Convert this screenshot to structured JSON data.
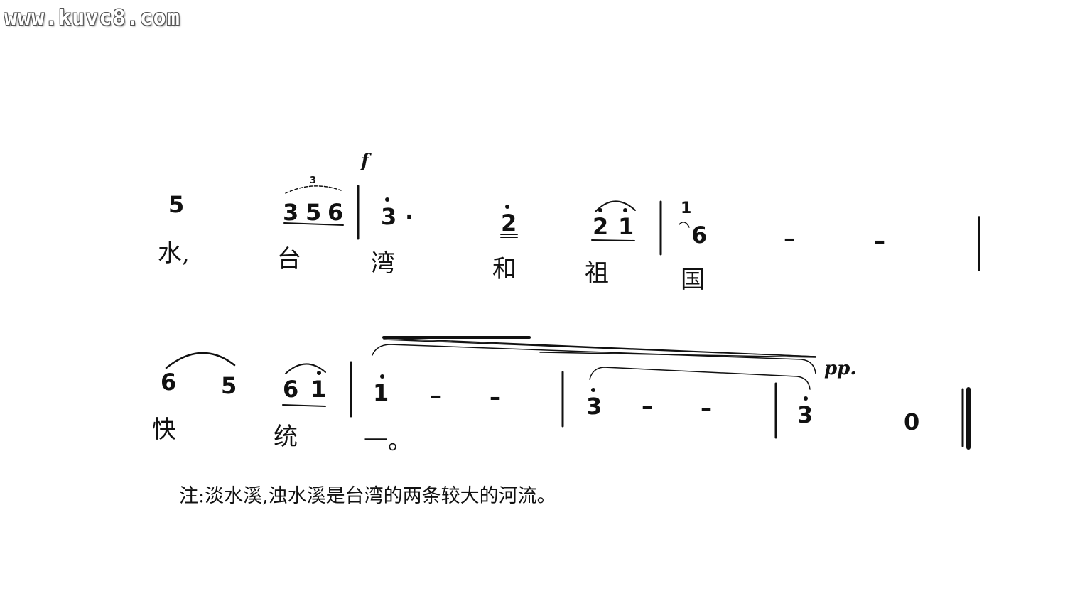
{
  "watermark": "www.kuvc8.com",
  "row1": {
    "notes": [
      "5",
      "3",
      "5",
      "6",
      "3",
      "·",
      "2",
      "2",
      "1",
      "1",
      "6",
      "–",
      "–"
    ],
    "triplet": "3",
    "dynamic": "f",
    "lyrics": [
      "水,",
      "台",
      "湾",
      "和",
      "祖",
      "国"
    ]
  },
  "row2": {
    "notes": [
      "6",
      "5",
      "6",
      "1",
      "1",
      "–",
      "–",
      "3",
      "–",
      "–",
      "3",
      "0"
    ],
    "dynamic": "pp.",
    "lyrics": [
      "快",
      "统",
      "一。"
    ]
  },
  "footnote": "注:淡水溪,浊水溪是台湾的两条较大的河流。"
}
